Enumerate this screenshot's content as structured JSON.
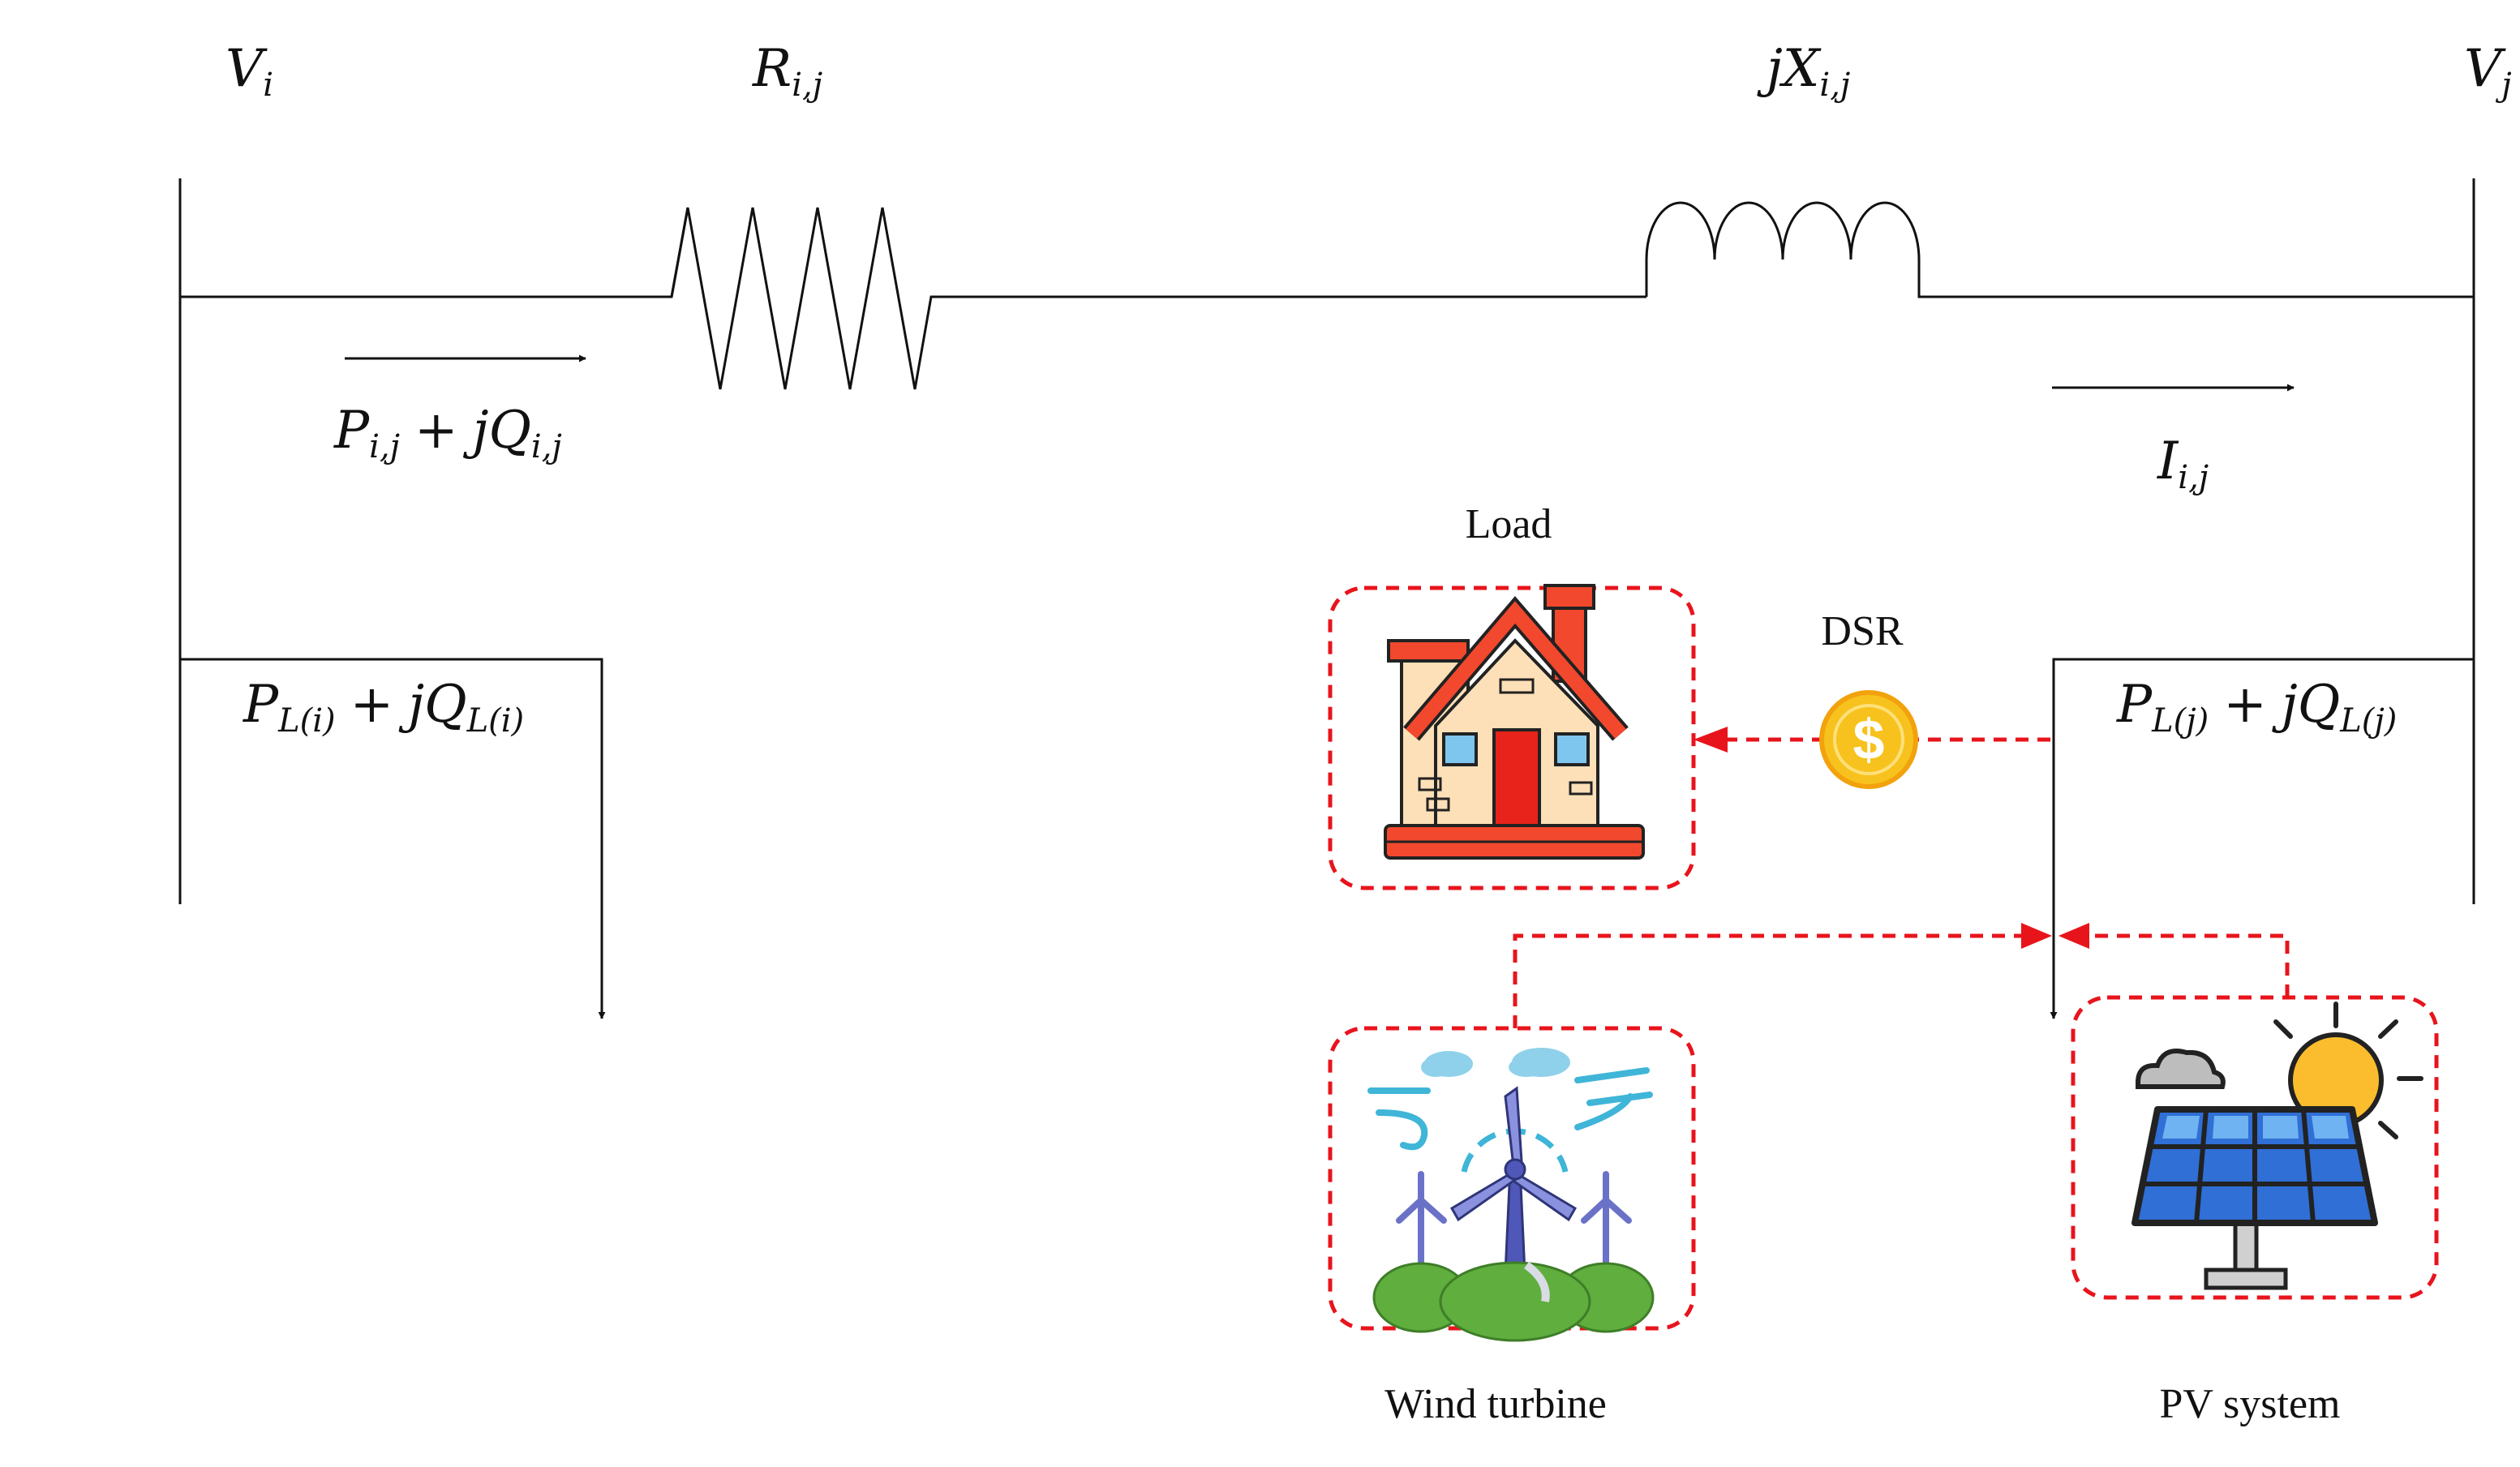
{
  "labels": {
    "v_i": {
      "base": "V",
      "sub": "i"
    },
    "r_ij": {
      "base": "R",
      "sub": "i,j"
    },
    "jx_ij": {
      "pre": "j",
      "base": "X",
      "sub": "i,j"
    },
    "v_j": {
      "base": "V",
      "sub": "j"
    },
    "power_flow": {
      "p": "P",
      "p_sub": "i,j",
      "op": "+",
      "j": "j",
      "q": "Q",
      "q_sub": "i,j"
    },
    "current": {
      "base": "I",
      "sub": "i,j"
    },
    "load_i": {
      "p": "P",
      "p_sub": "L(i)",
      "op": "+",
      "j": "j",
      "q": "Q",
      "q_sub": "L(i)"
    },
    "load_j": {
      "p": "P",
      "p_sub": "L(j)",
      "op": "+",
      "j": "j",
      "q": "Q",
      "q_sub": "L(j)"
    }
  },
  "components": {
    "load": "Load",
    "dsr": "DSR",
    "dsr_symbol": "$",
    "wind": "Wind turbine",
    "pv": "PV system"
  },
  "colors": {
    "line": "#111111",
    "dashed": "#e8141c",
    "coin": "#f7c21d",
    "roof": "#f2482d",
    "wall": "#fde0b8",
    "panel": "#2f6fd6",
    "sun": "#fbbd2e",
    "hills": "#5fae3e"
  }
}
